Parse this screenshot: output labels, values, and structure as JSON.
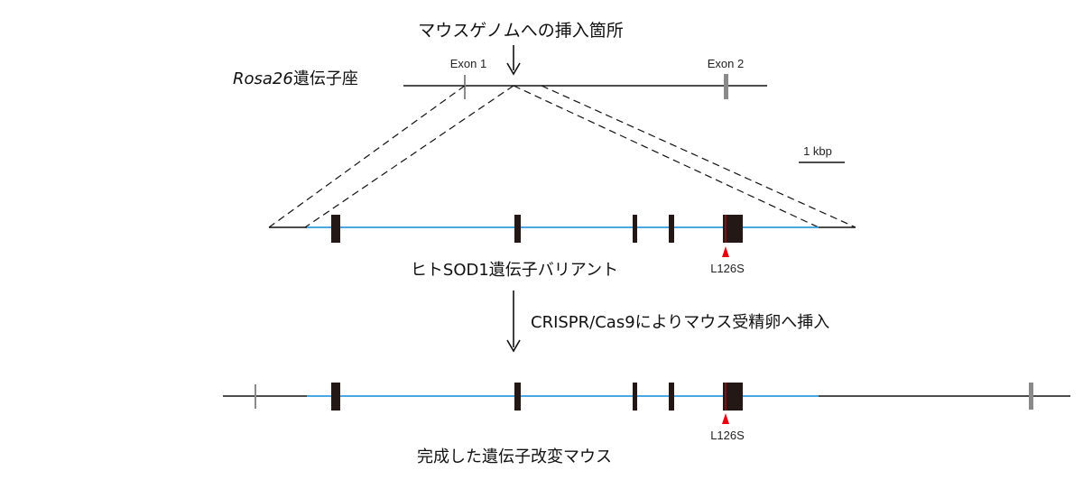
{
  "title": "マウスゲノムへの挿入箇所",
  "locus": {
    "italic": "Rosa26",
    "suffix": "遺伝子座"
  },
  "exon1_label": "Exon 1",
  "exon2_label": "Exon 2",
  "scale_label": "1 kbp",
  "transgene_label": "ヒトSOD1遺伝子バリアント",
  "mutation_label_1": "L126S",
  "method_label": "CRISPR/Cas9によりマウス受精卵へ挿入",
  "mutation_label_2": "L126S",
  "result_label": "完成した遺伝子改変マウス",
  "colors": {
    "genomic_line": "#111111",
    "transgene_line": "#2f9be0",
    "sod1_exon": "#231815",
    "rosa_exon": "#8a8a8a",
    "mutation": "#e60012"
  }
}
